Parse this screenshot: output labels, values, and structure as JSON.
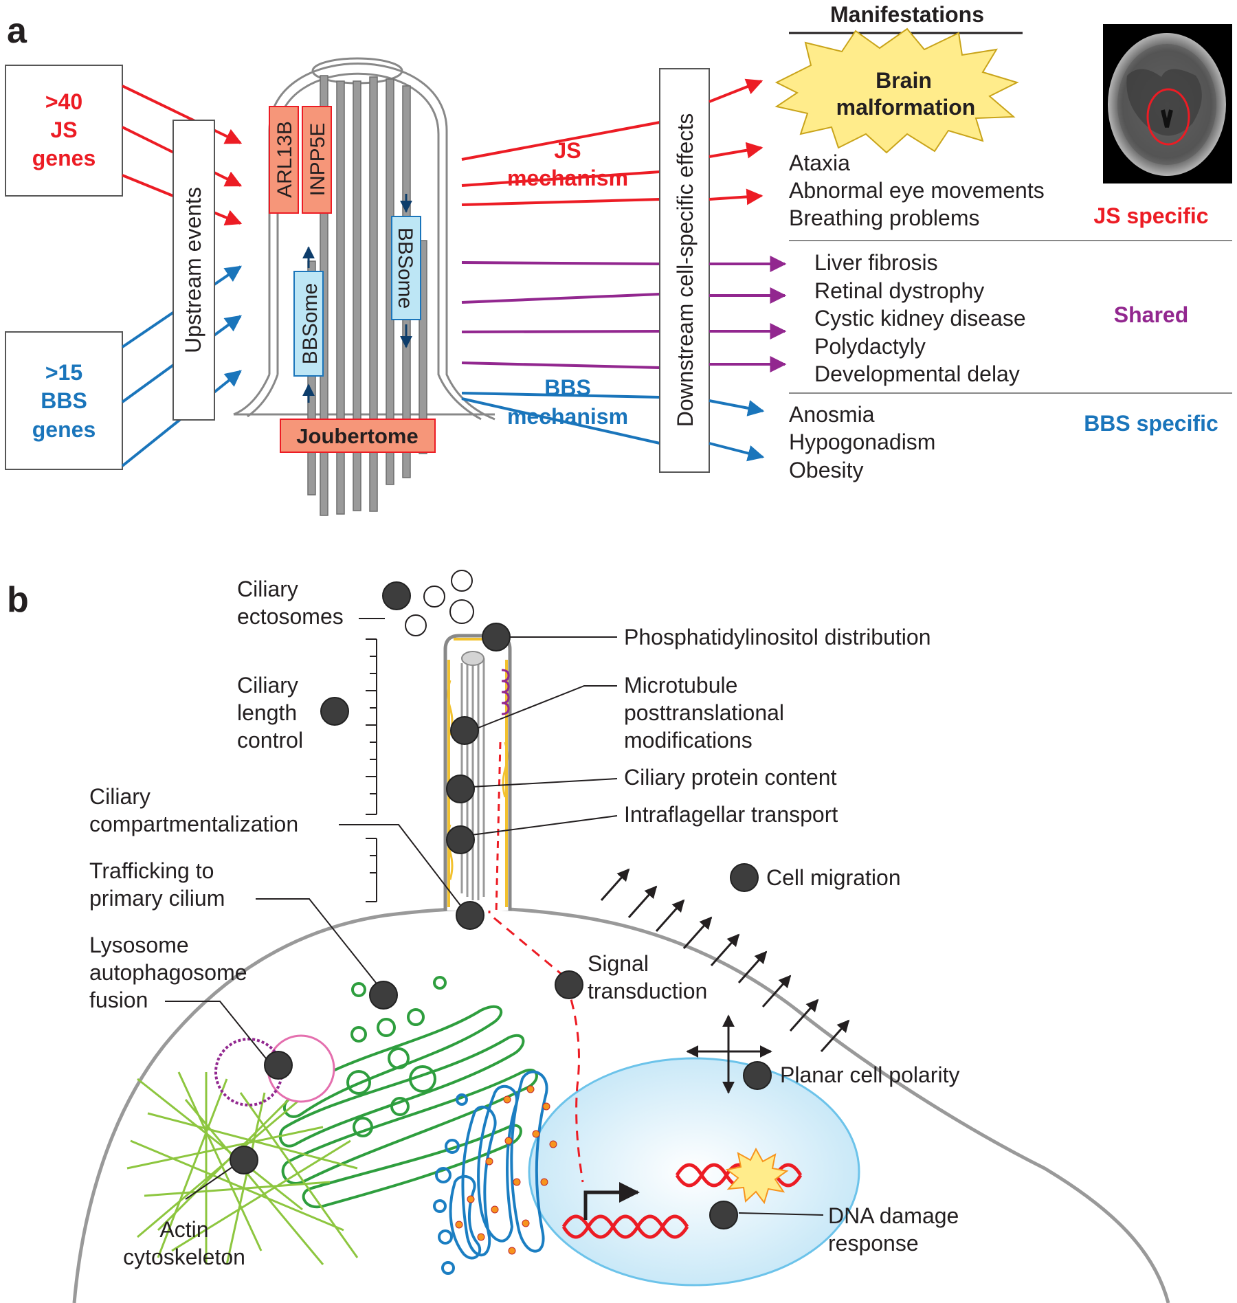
{
  "panel_a": {
    "letter": "a",
    "js_genes": [
      ">40",
      "JS",
      "genes"
    ],
    "bbs_genes": [
      ">15",
      "BBS",
      "genes"
    ],
    "upstream": "Upstream events",
    "arl13b": "ARL13B",
    "inpp5e": "INPP5E",
    "bbsome": "BBSome",
    "joubertome": "Joubertome",
    "js_mech": [
      "JS",
      "mechanism"
    ],
    "bbs_mech": [
      "BBS",
      "mechanism"
    ],
    "downstream": "Downstream cell-specific effects",
    "manifestations": "Manifestations",
    "brain": [
      "Brain",
      "malformation"
    ],
    "js_specific_items": [
      "Ataxia",
      "Abnormal eye movements",
      "Breathing problems"
    ],
    "js_specific": "JS specific",
    "shared_items": [
      "Liver fibrosis",
      "Retinal dystrophy",
      "Cystic kidney disease",
      "Polydactyly",
      "Developmental delay"
    ],
    "shared": "Shared",
    "bbs_specific_items": [
      "Anosmia",
      "Hypogonadism",
      "Obesity"
    ],
    "bbs_specific": "BBS specific"
  },
  "panel_b": {
    "letter": "b",
    "ectosomes": [
      "Ciliary",
      "ectosomes"
    ],
    "length": [
      "Ciliary",
      "length",
      "control"
    ],
    "compartment": [
      "Ciliary",
      "compartmentalization"
    ],
    "trafficking": [
      "Trafficking to",
      "primary cilium"
    ],
    "lysosome": [
      "Lysosome",
      "autophagosome",
      "fusion"
    ],
    "actin": [
      "Actin",
      "cytoskeleton"
    ],
    "phosphatidyl": "Phosphatidylinositol distribution",
    "microtubule": [
      "Microtubule",
      "posttranslational",
      "modifications"
    ],
    "protein_content": "Ciliary protein content",
    "ift": "Intraflagellar transport",
    "migration": "Cell migration",
    "signal": [
      "Signal",
      "transduction"
    ],
    "pcp": "Planar cell polarity",
    "dna": [
      "DNA damage",
      "response"
    ]
  },
  "colors": {
    "js_red": "#ec1c24",
    "bbs_blue": "#1a75bb",
    "shared_purple": "#92278f",
    "salmon": "#f69679",
    "light_blue": "#bde6f5",
    "star_yellow": "#ffec8b",
    "golgi_green": "#2e9e3e",
    "actin_green": "#8dc63f",
    "er_blue": "#1b7ec2",
    "dark_dot": "#3d3d3d"
  }
}
